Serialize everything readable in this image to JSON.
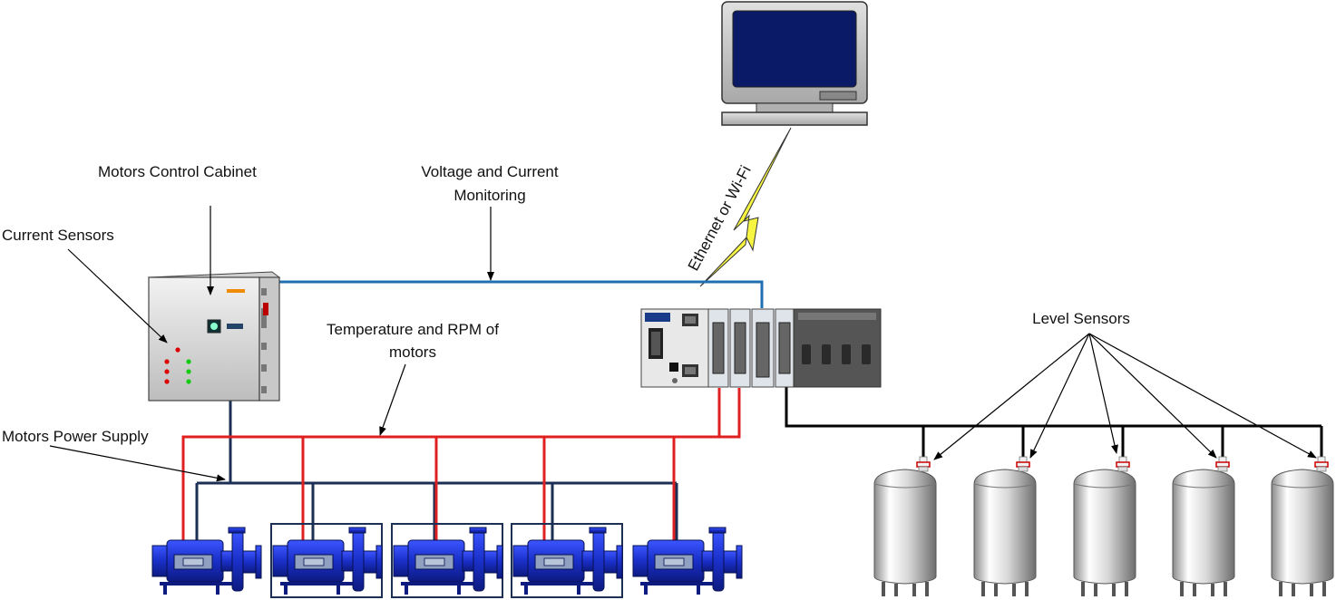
{
  "labels": {
    "motors_control_cabinet": "Motors Control Cabinet",
    "voltage_current_line1": "Voltage and Current",
    "voltage_current_line2": "Monitoring",
    "current_sensors": "Current Sensors",
    "temperature_rpm_line1": "Temperature and RPM of",
    "temperature_rpm_line2": "motors",
    "motors_power_supply": "Motors Power Supply",
    "level_sensors": "Level Sensors",
    "ethernet_wifi": "Ethernet or Wi-Fi"
  },
  "colors": {
    "blue_line": "#1f6fb2",
    "navy_line": "#1c2f55",
    "red_line": "#e02020",
    "black_line": "#000000",
    "lightning": "#f5f542",
    "monitor_screen": "#0a1a66",
    "pump_body": "#1a2fc8"
  },
  "icons": {
    "monitor": "computer-monitor-icon",
    "cabinet": "control-cabinet-icon",
    "daq": "daq-chassis-icon",
    "pump": "motor-pump-icon",
    "tank": "storage-tank-icon"
  }
}
